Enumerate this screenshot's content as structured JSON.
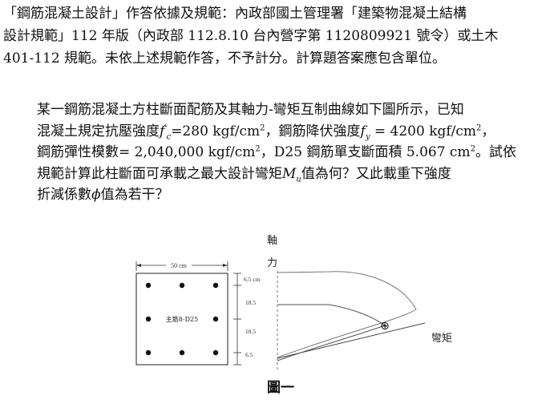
{
  "intro": {
    "lines": [
      "「鋼筋混凝土設計」作答依據及規範：內政部國土管理署「建築物混凝土結構",
      "設計規範」112 年版（內政部 112.8.10 台內營字第 1120809921 號令）或土木",
      "401-112 規範。未依上述規範作答，不予計分。計算題答案應包含單位。"
    ]
  },
  "problem": {
    "l1": "某一鋼筋混凝土方柱斷面配筋及其軸力-彎矩互制曲線如下圖所示，已知",
    "l2a": "混凝土規定抗壓強度",
    "l2b": "=280 kgf/cm",
    "l2c": "，鋼筋降伏強度",
    "l2d": " = 4200 kgf/cm",
    "l2e": "，",
    "l3a": "鋼筋彈性模數= 2,040,000 kgf/cm",
    "l3b": "，D25 鋼筋單支斷面積 5.067 cm",
    "l3c": "。試依",
    "l4a": "規範計算此柱斷面可承載之最大設計彎矩",
    "l4b": "值為何？又此載重下強度",
    "l5a": "折減係數",
    "l5b": "值為若干？",
    "sym_fc": "f",
    "sym_fc_sup": "′",
    "sym_fc_sub": "c",
    "sym_fy": "f",
    "sym_fy_sub": "y",
    "sym_mu": "M",
    "sym_mu_sub": "u",
    "sym_phi": "ϕ",
    "sup2": "2"
  },
  "figure": {
    "width_label": "50 cm",
    "rebar_label": "主筋8-D25",
    "dims": [
      "6.5 cm",
      "18.5",
      "18.5",
      "6.5"
    ],
    "axis_y_label": "軸\n力",
    "axis_y_label_1": "軸",
    "axis_y_label_2": "力",
    "axis_x_label": "彎矩",
    "point_marker": "⊕",
    "caption": "圖一"
  }
}
